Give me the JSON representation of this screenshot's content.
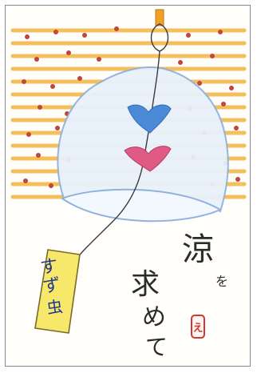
{
  "card": {
    "calligraphy": [
      "涼",
      "を",
      "求",
      "め",
      "て"
    ],
    "tanzaku_text": [
      "す",
      "ず",
      "虫"
    ],
    "seal_text": "え"
  },
  "colors": {
    "background_stripes": "#f2b642",
    "dots": "#c0473a",
    "bell_outline": "#8fb2dc",
    "bell_fill": "#e8f1fb",
    "blue_heart": "#4a8ad6",
    "pink_heart": "#e05a86",
    "tanzaku_fill": "#f7e76b",
    "ink": "#2b2b2b",
    "seal": "#d6362d"
  }
}
